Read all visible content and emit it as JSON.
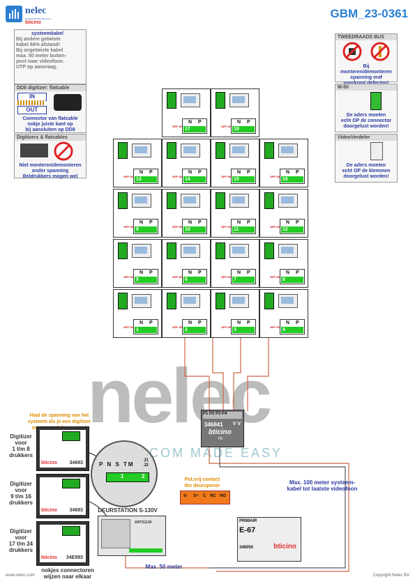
{
  "header": {
    "logo_name": "nelec",
    "logo_tagline": "INTERCOM MADE EASY",
    "logo_brand": "bticino",
    "doc_id": "GBM_23-0361"
  },
  "notes_left": [
    {
      "title": "systeemkabel",
      "lines": [
        "Bij andere getwiste",
        "kabel 66% afstand!",
        "Bij ongetwiste kabel",
        "max. 50 meter buiten-",
        "post naar videofoon.",
        "UTP op aanvraag."
      ]
    },
    {
      "title": "DD8 digitizer: flatcable",
      "in_label": "IN",
      "out_label": "OUT",
      "lines": [
        "Connector van flatcable",
        "nokje juiste kant op",
        "bij aansluiten op DD8"
      ]
    },
    {
      "title": "Digitizers & flatcables",
      "lines": [
        "Niet monteren/demonteren",
        "onder spanning",
        "Beldrukkers mogen wel"
      ]
    }
  ],
  "notes_right": [
    {
      "title": "TWEEDRAADS BUS",
      "lines": [
        "Bij monteren/demonteren",
        "spanning eraf",
        "voorkomt defecten!"
      ]
    },
    {
      "title": "M-50",
      "lines": [
        "De aders moeten",
        "echt OP de connector",
        "doorgelust worden!"
      ]
    },
    {
      "title": "VideoVerdeler",
      "lines": [
        "De aders moeten",
        "echt OP de klemmen",
        "doorgelust worden!"
      ]
    }
  ],
  "monitors": {
    "n_label": "N",
    "p_label": "P",
    "off_on": "OFF ON",
    "numbers": [
      "17",
      "18",
      "13",
      "14",
      "15",
      "16",
      "9",
      "10",
      "11",
      "12",
      "5",
      "6",
      "7",
      "8",
      "1",
      "2",
      "3",
      "4"
    ]
  },
  "distributor": {
    "code": "346841",
    "ports": "P1 P2 P3 P4",
    "vv": "V V",
    "brand": "bticino",
    "in_label": "IN"
  },
  "watermark": {
    "text": "nelec",
    "tagline": "INTERCOM MADE EASY"
  },
  "left_section": {
    "title": [
      "Haal de spanning van het",
      "systeem als je een digitizer",
      "monteert of demonteert"
    ],
    "digitizers": [
      {
        "label": [
          "Digitizer",
          "voor",
          "1 t/m 8",
          "drukkers"
        ],
        "code": "34693"
      },
      {
        "label": [
          "Digitizer",
          "voor",
          "9 t/m 16",
          "drukkers"
        ],
        "code": "34693"
      },
      {
        "label": [
          "Digitizer",
          "voor",
          "17 t/m 24",
          "drukkers"
        ],
        "code": "34E993"
      }
    ],
    "brand": "bticino",
    "note": [
      "nokjes connectoren",
      "wijzen naar elkaar"
    ]
  },
  "terminal_detail": {
    "labels": [
      "P",
      "N",
      "S",
      "TM",
      "J1",
      "J2"
    ],
    "nums": [
      "1",
      "2"
    ]
  },
  "door_station": {
    "title": "DEURSTATION S-130V",
    "model": "ARTS1130"
  },
  "lock_contact": {
    "title": [
      "Pot.vrij contact",
      "tbv deuropener"
    ],
    "terminals": [
      "S-",
      "S+",
      "C",
      "NC",
      "NO"
    ]
  },
  "power_supply": {
    "primary": "PRIMAIR",
    "model": "E-67",
    "code": "346050",
    "brand": "bticino"
  },
  "cable_notes": {
    "max100": [
      "Max. 100 meter systeem-",
      "kabel tot laatste videofoon"
    ],
    "max50": "Max. 50 meter"
  },
  "footer": {
    "left": "www.nelec.com",
    "right": "Copyright Nelec BV"
  }
}
